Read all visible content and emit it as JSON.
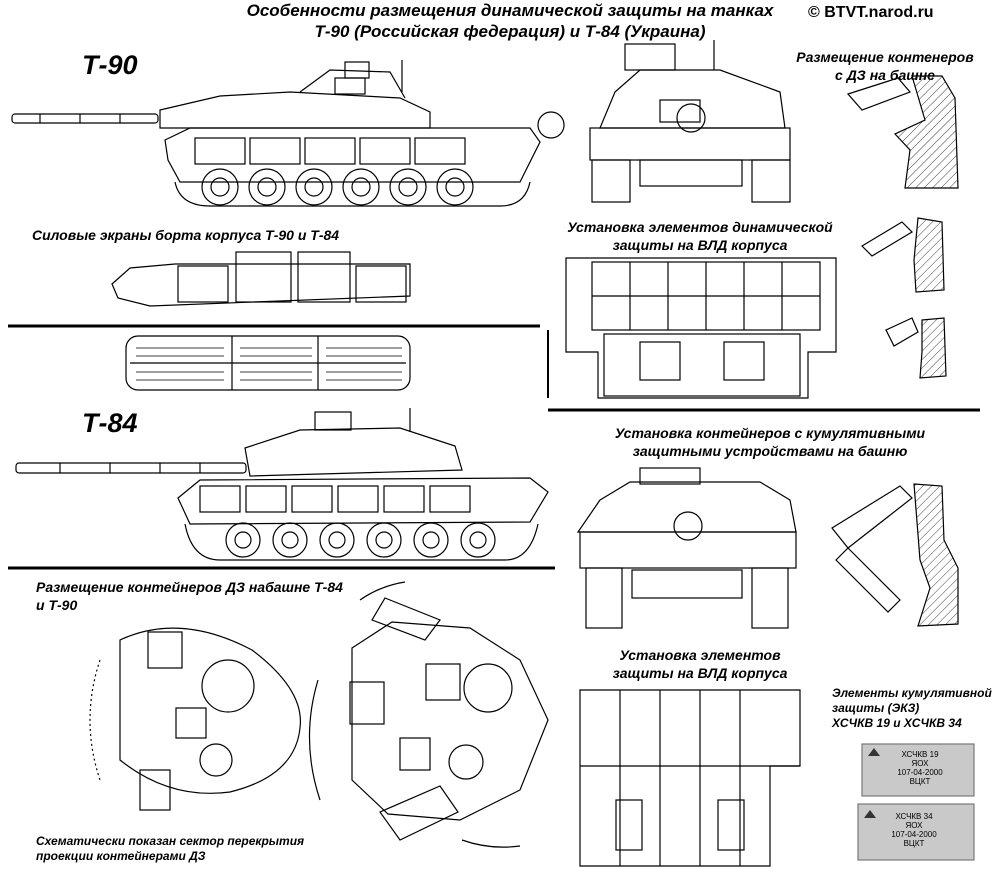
{
  "title_line1": "Особенности размещения динамической защиты на танках",
  "title_line2": "Т-90 (Российская федерация) и Т-84 (Украина)",
  "credit": "© BTVT.narod.ru",
  "t90_label": "Т-90",
  "t84_label": "Т-84",
  "label_turret_containers_line1": "Размещение контенеров",
  "label_turret_containers_line2": "с ДЗ на башне",
  "label_side_screens": "Силовые экраны борта корпуса Т-90 и Т-84",
  "label_era_hull_line1": "Установка элементов динамической",
  "label_era_hull_line2": "защиты на ВЛД корпуса",
  "label_cumulative_line1": "Установка контейнеров с кумулятивными",
  "label_cumulative_line2": "защитными устройствами на башню",
  "label_t84_turret_line1": "Размещение контейнеров ДЗ набашне Т-84",
  "label_t84_turret_line2": "и Т-90",
  "label_prot_hull_line1": "Установка элементов",
  "label_prot_hull_line2": "защиты на ВЛД корпуса",
  "label_ekz_line1": "Элементы кумулятивной",
  "label_ekz_line2": "защиты (ЭКЗ)",
  "label_ekz_line3": "ХСЧКВ 19 и ХСЧКВ 34",
  "label_schematic_line1": "Схематически показан сектор перекрытия",
  "label_schematic_line2": "проекции контейнерами ДЗ",
  "block1_line1": "ХСЧКВ 19",
  "block1_line2": "ЯОХ",
  "block1_line3": "107-04-2000",
  "block1_line4": "ВЦКТ",
  "block2_line1": "ХСЧКВ 34",
  "block2_line2": "ЯОХ",
  "block2_line3": "107-04-2000",
  "block2_line4": "ВЦКТ",
  "colors": {
    "ink": "#000000",
    "paper": "#ffffff",
    "block": "#c9c9c9",
    "hatch": "#444444"
  }
}
